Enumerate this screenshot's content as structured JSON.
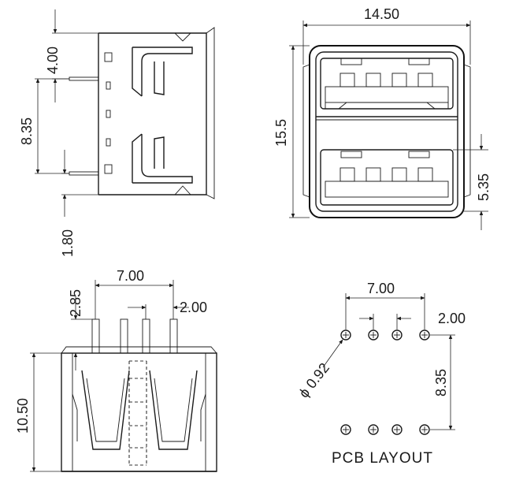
{
  "side_view": {
    "dim_top_offset": "4.00",
    "dim_pin_pitch": "8.35",
    "dim_pin_offset": "1.80"
  },
  "front_view": {
    "dim_width": "14.50",
    "dim_height": "15.5",
    "dim_port_pitch": "5.35"
  },
  "pin_view": {
    "dim_span": "7.00",
    "dim_pitch": "2.00",
    "dim_pin_length": "2.85",
    "dim_body_height": "10.50"
  },
  "pcb_layout": {
    "title": "PCB LAYOUT",
    "dim_span": "7.00",
    "dim_pitch": "2.00",
    "dim_row_pitch": "8.35",
    "dim_hole": "ϕ 0.92"
  }
}
